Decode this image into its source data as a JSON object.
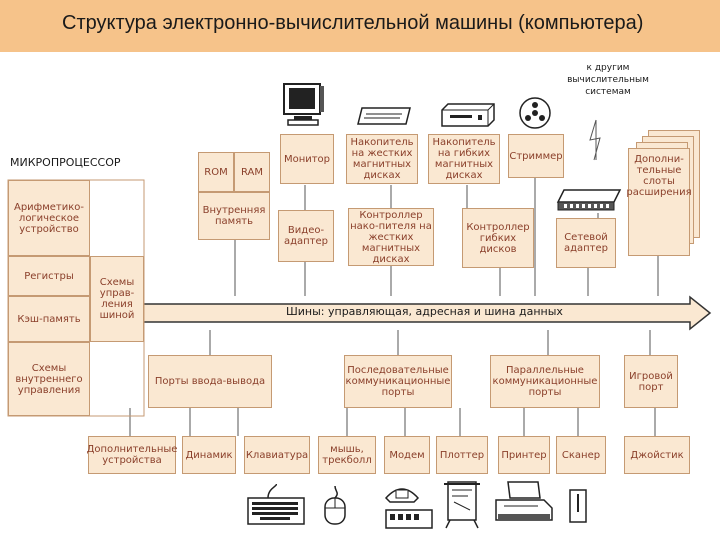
{
  "title": "Структура электронно-вычислительной  машины (компьютера)",
  "microprocessor": {
    "label": "МИКРОПРОЦЕССОР",
    "alu": "Арифметико-логическое устройство",
    "registers": "Регистры",
    "cache": "Кэш-память",
    "internal_control": "Схемы внутреннего управления",
    "bus_control": "Схемы управ-ления шиной"
  },
  "memory": {
    "rom": "ROM",
    "ram": "RAM",
    "internal": "Внутренняя память"
  },
  "top_devices": {
    "monitor": "Монитор",
    "hdd": "Накопитель на жестких магнитных дисках",
    "fdd": "Накопитель на гибких магнитных дисках",
    "streamer": "Стриммер",
    "extra_slots": "Дополни-тельные слоты расширения"
  },
  "controllers": {
    "video": "Видео-адаптер",
    "hdd": "Контроллер нако-пителя на жестких магнитных дисках",
    "fdd": "Контроллер гибких дисков",
    "network": "Сетевой адаптер"
  },
  "network_label": "к другим вычислительным системам",
  "bus_label": "Шины: управляющая, адресная и шина данных",
  "ports": {
    "io": "Порты ввода-вывода",
    "serial": "Последовательные коммуникационные порты",
    "parallel": "Параллельные коммуникационные порты",
    "game": "Игровой порт"
  },
  "peripherals": {
    "extra_devices": "Дополнительные устройства",
    "speaker": "Динамик",
    "keyboard": "Клавиатура",
    "mouse": "мышь, трекболл",
    "modem": "Модем",
    "plotter": "Плоттер",
    "printer": "Принтер",
    "scanner": "Сканер",
    "joystick": "Джойстик"
  },
  "colors": {
    "title_bar": "#f6c38a",
    "box_fill": "#fae8d2",
    "box_border": "#c59a73",
    "box_text": "#8a3f2a"
  },
  "icons": [
    "monitor-icon",
    "hdd-icon",
    "fdd-icon",
    "streamer-icon",
    "network-hub-icon",
    "keyboard-icon",
    "mouse-icon",
    "modem-icon",
    "plotter-icon",
    "printer-icon",
    "joystick-icon"
  ]
}
